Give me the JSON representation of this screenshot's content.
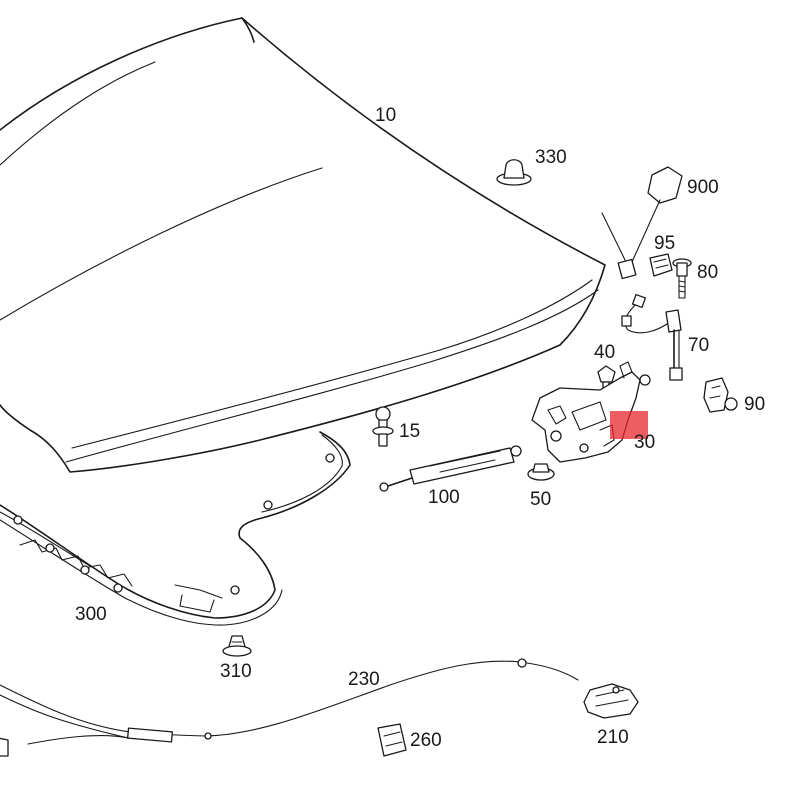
{
  "callouts": {
    "p10": "10",
    "p15": "15",
    "p30": "30",
    "p40": "40",
    "p50": "50",
    "p70": "70",
    "p80": "80",
    "p90": "90",
    "p95": "95",
    "p100": "100",
    "p210": "210",
    "p230": "230",
    "p260": "260",
    "p300": "300",
    "p310": "310",
    "p330": "330",
    "p900": "900"
  },
  "highlight": {
    "part": "30",
    "color": "#e8272c"
  }
}
